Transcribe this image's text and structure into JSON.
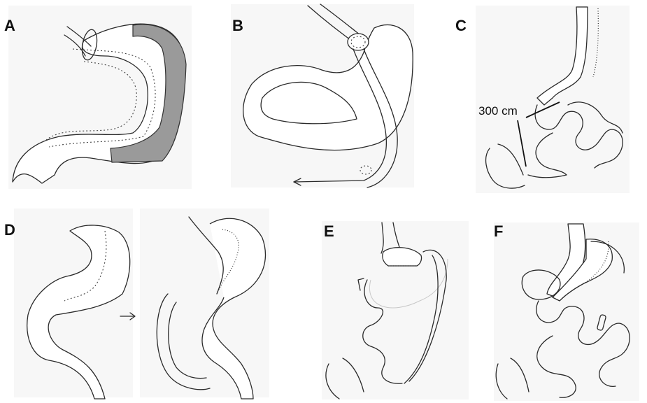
{
  "panels": [
    {
      "label": "A"
    },
    {
      "label": "B"
    },
    {
      "label": "C",
      "annotation": "300 cm"
    },
    {
      "label": "D"
    },
    {
      "label": "E"
    },
    {
      "label": "F"
    }
  ]
}
